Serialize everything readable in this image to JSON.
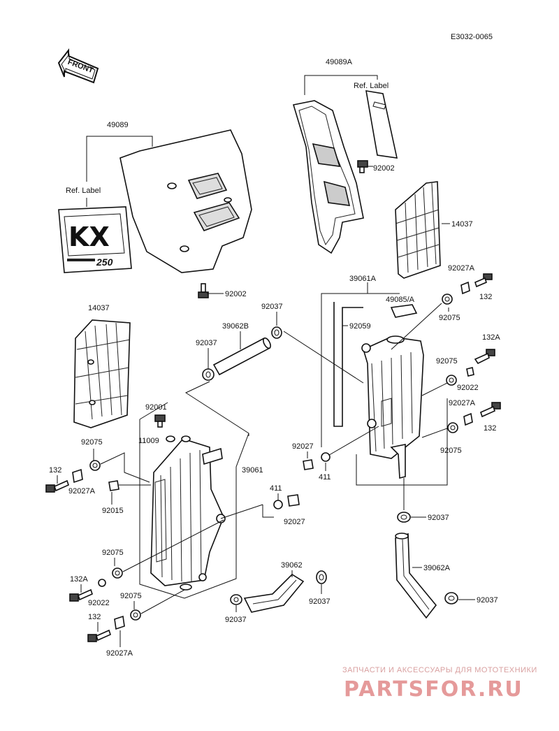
{
  "diagram": {
    "code": "E3032-0065",
    "front_arrow": "FRONT",
    "decal_text": {
      "brand": "KX",
      "model": "250"
    },
    "labels": {
      "l49089": "49089",
      "l49089_ref": "Ref. Label",
      "l49089A": "49089A",
      "l49089A_ref": "Ref. Label",
      "l92002_top": "92002",
      "l92002_left": "92002",
      "l14037_right": "14037",
      "l14037_left": "14037",
      "l39061A": "39061A",
      "l49085A": "49085/A",
      "l92059": "92059",
      "l92027A_tr": "92027A",
      "l132_tr": "132",
      "l92075_tr": "92075",
      "l132A_r": "132A",
      "l92075_mr": "92075",
      "l92022_r": "92022",
      "l92027A_mr": "92027A",
      "l132_mr": "132",
      "l92075_br": "92075",
      "l92037_mid": "92037",
      "l39062B": "39062B",
      "l92037_left": "92037",
      "l92001": "92001",
      "l11009": "11009",
      "l92075_left": "92075",
      "l132_left": "132",
      "l92027A_left": "92027A",
      "l92015": "92015",
      "l39061": "39061",
      "l92027_mid": "92027",
      "l411_mid": "411",
      "l411_low": "411",
      "l92027_low": "92027",
      "l92037_r": "92037",
      "l92075_bl": "92075",
      "l132A_bl": "132A",
      "l92022_bl": "92022",
      "l92075_bl2": "92075",
      "l132_bl": "132",
      "l92027A_bl": "92027A",
      "l39062": "39062",
      "l92037_b1": "92037",
      "l92037_b2": "92037",
      "l39062A": "39062A",
      "l92037_br": "92037"
    },
    "watermark": {
      "line1": "ЗАПЧАСТИ И АКСЕССУАРЫ ДЛЯ МОТОТЕХНИКИ",
      "line2": "PARTSFOR.RU"
    }
  }
}
